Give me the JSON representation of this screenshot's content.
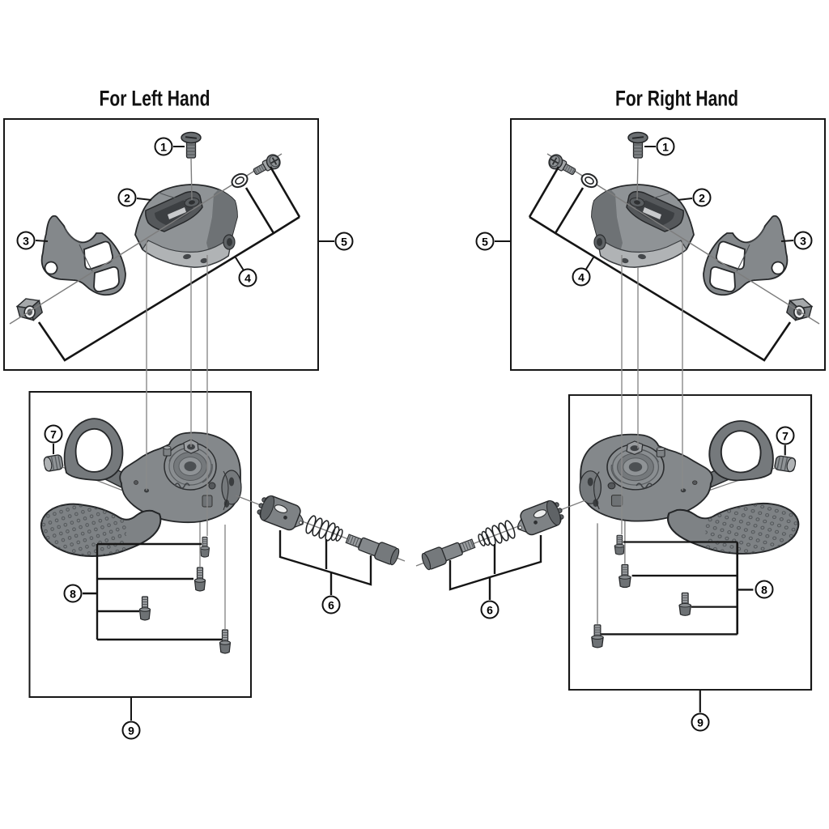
{
  "colors": {
    "background": "#ffffff",
    "line": "#1a1a1a",
    "part_light": "#b0b3b5",
    "part_mid": "#84888b",
    "part_dark": "#5f6366"
  },
  "panels": [
    {
      "side": "left",
      "title": "For Left Hand",
      "callouts": [
        "1",
        "2",
        "3",
        "4",
        "5",
        "6",
        "7",
        "8",
        "9"
      ]
    },
    {
      "side": "right",
      "title": "For Right Hand",
      "callouts": [
        "1",
        "2",
        "3",
        "4",
        "5",
        "6",
        "7",
        "8",
        "9"
      ]
    }
  ]
}
